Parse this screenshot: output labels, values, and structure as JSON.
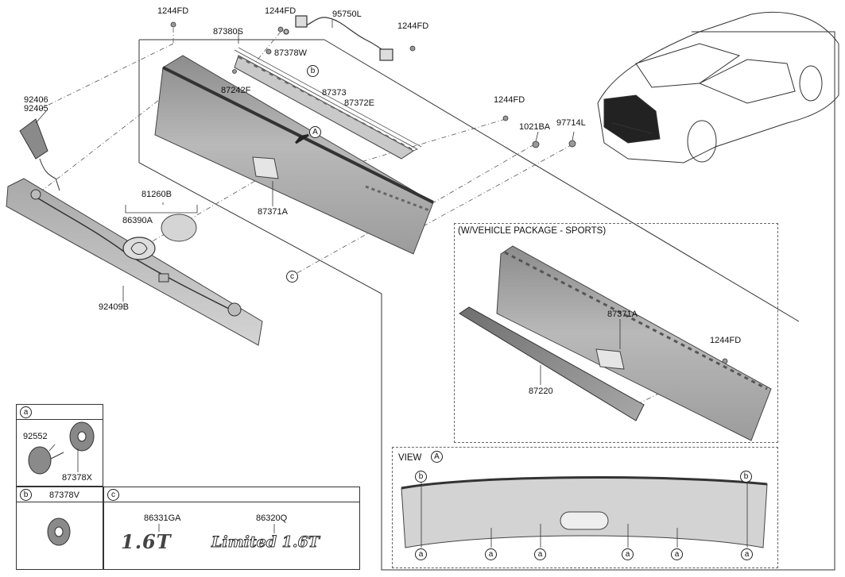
{
  "part_labels": {
    "fd_top_left": "1244FD",
    "fd_top_mid": "1244FD",
    "p95750L": "95750L",
    "fd_top_right": "1244FD",
    "p87380S": "87380S",
    "p87378W": "87378W",
    "p87242F": "87242F",
    "p87373": "87373",
    "p87372E": "87372E",
    "p92406": "92406",
    "p92405": "92405",
    "fd_mid_right": "1244FD",
    "p1021BA": "1021BA",
    "p97714L": "97714L",
    "p81260B": "81260B",
    "p86390A": "86390A",
    "p87371A_main": "87371A",
    "p92409B": "92409B",
    "p87371A_sports": "87371A",
    "fd_sports": "1244FD",
    "p87220": "87220"
  },
  "callouts": {
    "b": "b",
    "a": "a",
    "c": "c",
    "A": "A"
  },
  "sports_panel": {
    "title": "(W/VEHICLE PACKAGE - SPORTS)"
  },
  "view_panel": {
    "title": "VIEW"
  },
  "legend": {
    "a_part1": "92552",
    "a_part2": "87378X",
    "b_part": "87378V",
    "c_part1": "86331GA",
    "c_part2": "86320Q",
    "emblem1": "1.6T",
    "emblem2": "Limited 1.6T"
  }
}
